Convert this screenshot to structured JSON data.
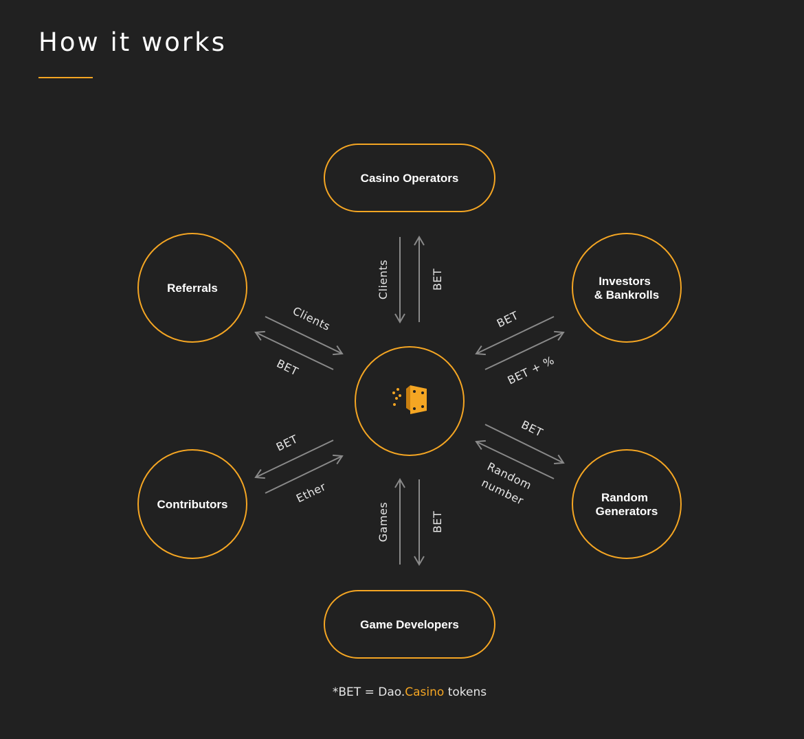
{
  "page": {
    "title": "How it works",
    "accent_color": "#f5a623",
    "background_color": "#212121"
  },
  "center": {
    "icon": "dice-icon"
  },
  "nodes": {
    "casino_operators": "Casino Operators",
    "referrals": "Referrals",
    "investors_line1": "Investors",
    "investors_line2": "& Bankrolls",
    "contributors": "Contributors",
    "random_line1": "Random",
    "random_line2": "Generators",
    "game_developers": "Game Developers"
  },
  "edges": {
    "top_left": "Clients",
    "top_right": "BET",
    "ul_top": "Clients",
    "ul_bottom": "BET",
    "ur_top": "BET",
    "ur_bottom": "BET + %",
    "ll_top": "BET",
    "ll_bottom": "Ether",
    "lr_top": "BET",
    "lr_bottom_line1": "Random",
    "lr_bottom_line2": "number",
    "bottom_left": "Games",
    "bottom_right": "BET"
  },
  "footnote": {
    "prefix": "*BET = Dao.",
    "brand": "Casino",
    "suffix": " tokens"
  }
}
